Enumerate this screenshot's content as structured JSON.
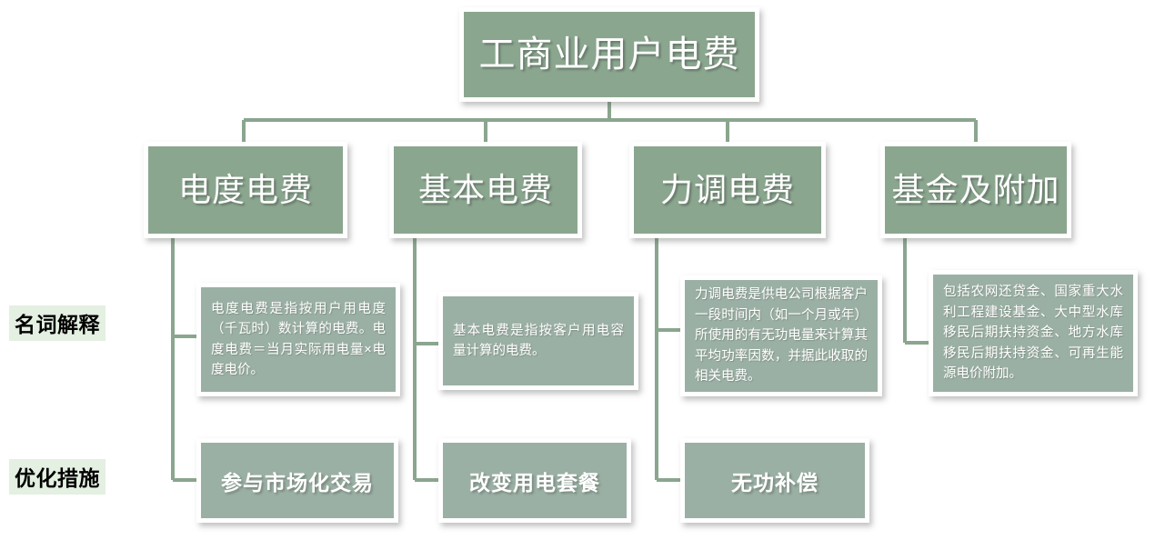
{
  "diagram": {
    "root": {
      "label": "工商业用户电费"
    },
    "row_labels": [
      {
        "key": "definitions",
        "label": "名词解释"
      },
      {
        "key": "measures",
        "label": "优化措施"
      }
    ],
    "branches": [
      {
        "key": "electricity-charge",
        "title": "电度电费",
        "description": "电度电费是指按用户用电度（千瓦时）数计算的电费。电度电费＝当月实际用电量×电度电价。",
        "measure": "参与市场化交易"
      },
      {
        "key": "basic-charge",
        "title": "基本电费",
        "description": "基本电费是指按客户用电容量计算的电费。",
        "measure": "改变用电套餐"
      },
      {
        "key": "power-factor-charge",
        "title": "力调电费",
        "description": "力调电费是供电公司根据客户一段时间内（如一个月或年）所使用的有无功电量来计算其平均功率因数，并据此收取的相关电费。",
        "measure": "无功补偿"
      },
      {
        "key": "funds-and-surcharges",
        "title": "基金及附加",
        "description": "包括农网还贷金、国家重大水利工程建设基金、大中型水库移民后期扶持资金、地方水库移民后期扶持资金、可再生能源电价附加。",
        "measure": null
      }
    ],
    "colors": {
      "node_fill": "#8ba68f",
      "secondary_fill": "#9bb0a4",
      "connector": "#8ba68f",
      "node_border": "#ffffff",
      "label_highlight": "#e4f0e2",
      "node_text": "#ffffff",
      "label_text": "#000000"
    }
  }
}
